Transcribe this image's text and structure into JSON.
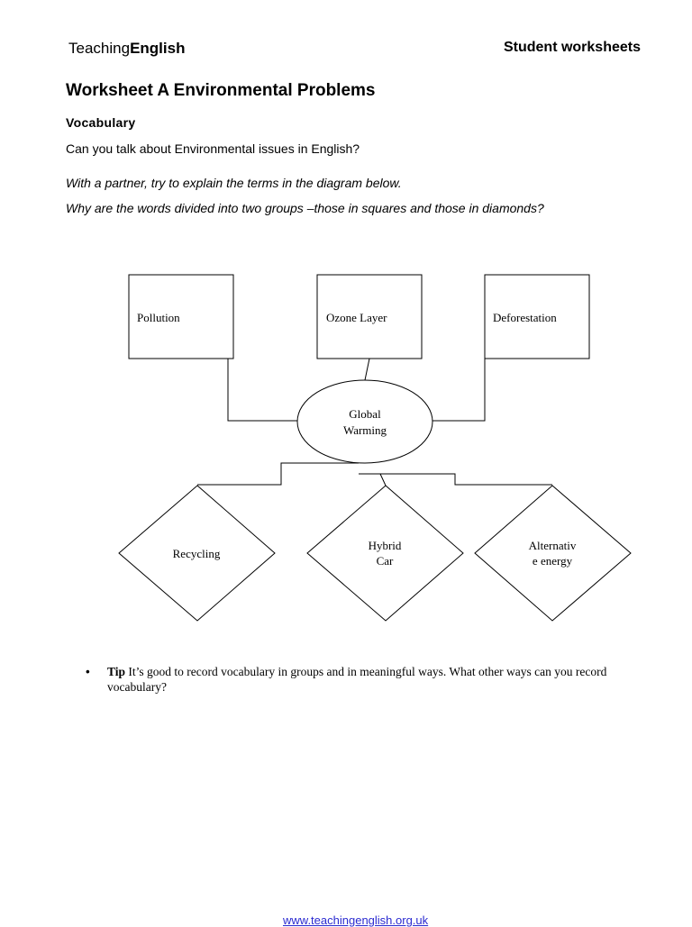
{
  "header": {
    "brand_prefix": "Teaching",
    "brand_bold": "English",
    "doc_type": "Student worksheets"
  },
  "worksheet": {
    "title": "Worksheet A Environmental Problems",
    "section": "Vocabulary",
    "question": "Can you talk about Environmental issues in English?",
    "instruction_1": "With a partner, try to explain the terms in the diagram below.",
    "instruction_2": "Why are the words divided into two groups –those in squares and those in diamonds?"
  },
  "diagram": {
    "center": [
      "Global",
      "Warming"
    ],
    "squares": [
      [
        "Pollution"
      ],
      [
        "Ozone Layer"
      ],
      [
        "Deforestation"
      ]
    ],
    "diamonds": [
      [
        "Recycling"
      ],
      [
        "Hybrid",
        "Car"
      ],
      [
        "Alternativ",
        "e energy"
      ]
    ]
  },
  "tip": {
    "bullet": "•",
    "label": "Tip",
    "text": "It’s good to record vocabulary in groups and in meaningful ways. What other ways can you record vocabulary?"
  },
  "footer": {
    "url": "www.teachingenglish.org.uk"
  }
}
